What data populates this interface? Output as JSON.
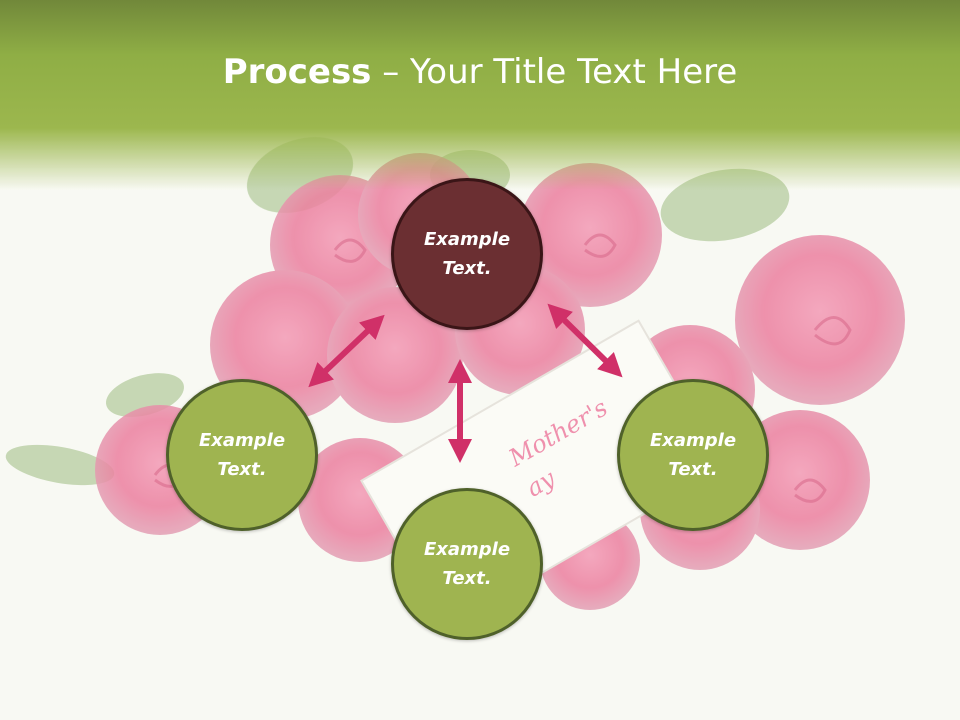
{
  "title": {
    "bold": "Process",
    "rest": " – Your Title Text Here"
  },
  "background_photo": {
    "card_text_1": "Mother's",
    "card_text_2": "ay"
  },
  "nodes": [
    {
      "id": "top",
      "text": "Example Text.",
      "color": "#6b2f32"
    },
    {
      "id": "left",
      "text": "Example Text.",
      "color": "#9fb450"
    },
    {
      "id": "right",
      "text": "Example Text.",
      "color": "#9fb450"
    },
    {
      "id": "bottom",
      "text": "Example Text.",
      "color": "#9fb450"
    }
  ],
  "colors": {
    "header": "#9cb74e",
    "arrow": "#d03068",
    "node_border": "#4f612a"
  }
}
